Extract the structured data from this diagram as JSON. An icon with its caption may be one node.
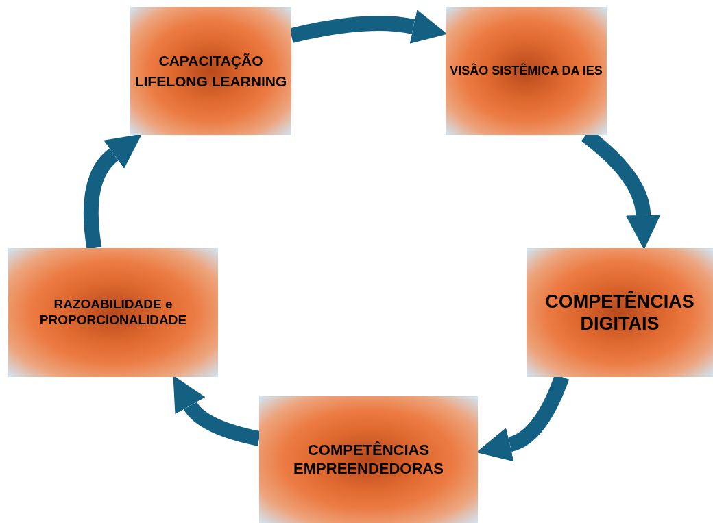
{
  "diagram": {
    "nodes": [
      {
        "text": [
          "CAPACITAÇÃO",
          "LIFELONG LEARNING"
        ]
      },
      {
        "text": [
          "VISÃO SISTÊMICA DA IES"
        ]
      },
      {
        "text": [
          "COMPETÊNCIAS DIGITAIS"
        ]
      },
      {
        "text": [
          "COMPETÊNCIAS EMPREENDEDORAS"
        ]
      },
      {
        "text": [
          "RAZOABILIDADE e PROPORCIONALIDADE"
        ]
      }
    ],
    "edges": [
      {
        "from": 0,
        "to": 1,
        "arrow": "to"
      },
      {
        "from": 1,
        "to": 2,
        "arrow": "to"
      },
      {
        "from": 2,
        "to": 3,
        "arrow": "to"
      },
      {
        "from": 3,
        "to": 4,
        "arrow": "to"
      },
      {
        "from": 4,
        "to": 0,
        "arrow": "to"
      }
    ]
  }
}
